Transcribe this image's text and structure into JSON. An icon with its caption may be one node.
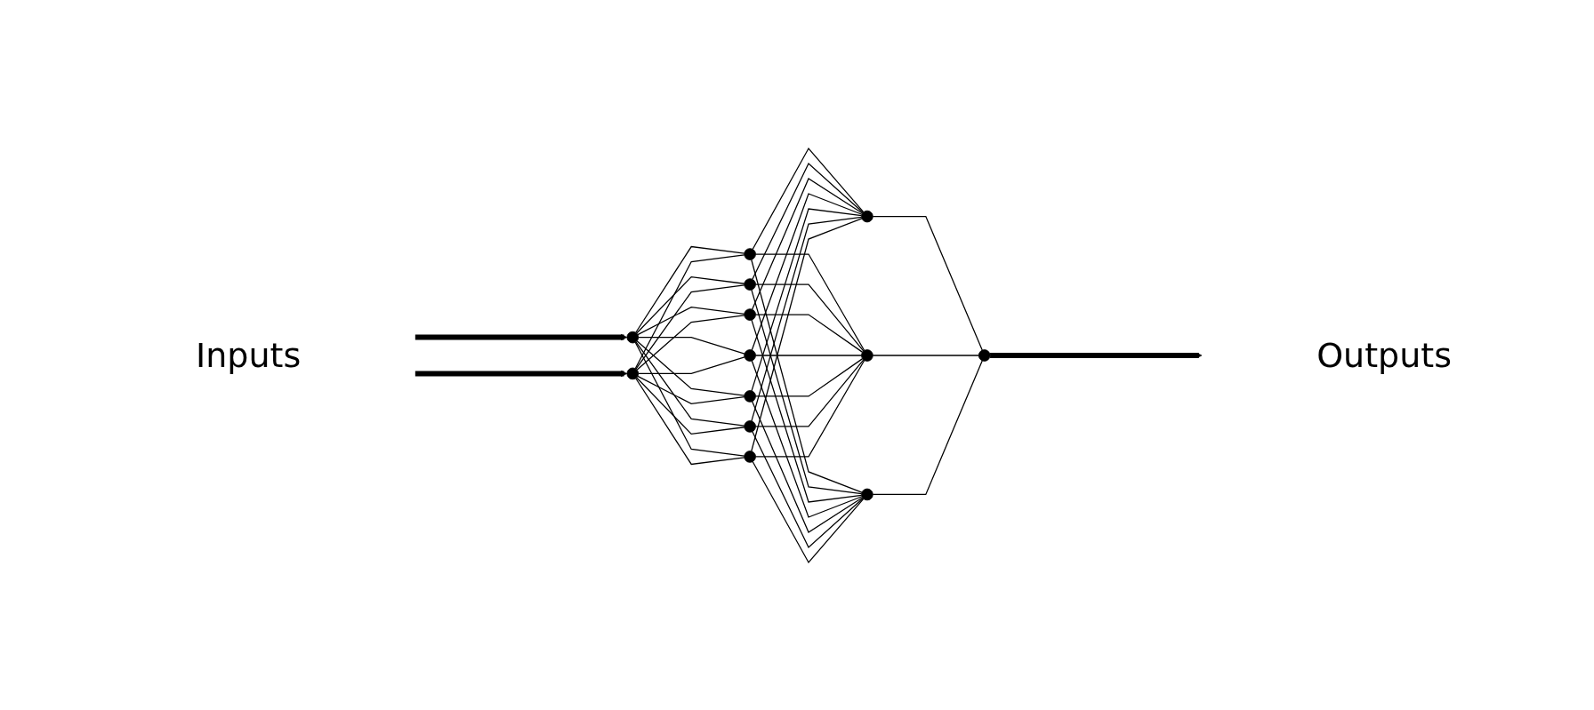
{
  "diagram": {
    "nodes": [
      {
        "text": [],
        "shape": "circle"
      },
      {
        "text": [],
        "shape": "circle"
      },
      {
        "text": [],
        "shape": "circle"
      },
      {
        "text": [],
        "shape": "circle"
      },
      {
        "text": [],
        "shape": "circle"
      },
      {
        "text": [],
        "shape": "circle"
      },
      {
        "text": [],
        "shape": "circle"
      },
      {
        "text": [],
        "shape": "circle"
      },
      {
        "text": [],
        "shape": "circle"
      },
      {
        "text": [],
        "shape": "circle"
      },
      {
        "text": [],
        "shape": "circle"
      },
      {
        "text": [],
        "shape": "circle"
      },
      {
        "text": [],
        "shape": "circle"
      }
    ],
    "edges": [
      {
        "from": null,
        "to": 0,
        "arrow": "to",
        "style": "thick"
      },
      {
        "from": null,
        "to": 1,
        "arrow": "to",
        "style": "thick"
      },
      {
        "from": 0,
        "to": 2,
        "arrow": "none"
      },
      {
        "from": 0,
        "to": 3,
        "arrow": "none"
      },
      {
        "from": 0,
        "to": 4,
        "arrow": "none"
      },
      {
        "from": 0,
        "to": 5,
        "arrow": "none"
      },
      {
        "from": 0,
        "to": 6,
        "arrow": "none"
      },
      {
        "from": 0,
        "to": 7,
        "arrow": "none"
      },
      {
        "from": 0,
        "to": 8,
        "arrow": "none"
      },
      {
        "from": 1,
        "to": 2,
        "arrow": "none"
      },
      {
        "from": 1,
        "to": 3,
        "arrow": "none"
      },
      {
        "from": 1,
        "to": 4,
        "arrow": "none"
      },
      {
        "from": 1,
        "to": 5,
        "arrow": "none"
      },
      {
        "from": 1,
        "to": 6,
        "arrow": "none"
      },
      {
        "from": 1,
        "to": 7,
        "arrow": "none"
      },
      {
        "from": 1,
        "to": 8,
        "arrow": "none"
      },
      {
        "from": 2,
        "to": 9,
        "arrow": "none"
      },
      {
        "from": 2,
        "to": 10,
        "arrow": "none"
      },
      {
        "from": 2,
        "to": 11,
        "arrow": "none"
      },
      {
        "from": 3,
        "to": 9,
        "arrow": "none"
      },
      {
        "from": 3,
        "to": 10,
        "arrow": "none"
      },
      {
        "from": 3,
        "to": 11,
        "arrow": "none"
      },
      {
        "from": 4,
        "to": 9,
        "arrow": "none"
      },
      {
        "from": 4,
        "to": 10,
        "arrow": "none"
      },
      {
        "from": 4,
        "to": 11,
        "arrow": "none"
      },
      {
        "from": 5,
        "to": 9,
        "arrow": "none"
      },
      {
        "from": 5,
        "to": 10,
        "arrow": "none"
      },
      {
        "from": 5,
        "to": 11,
        "arrow": "none"
      },
      {
        "from": 6,
        "to": 9,
        "arrow": "none"
      },
      {
        "from": 6,
        "to": 10,
        "arrow": "none"
      },
      {
        "from": 6,
        "to": 11,
        "arrow": "none"
      },
      {
        "from": 7,
        "to": 9,
        "arrow": "none"
      },
      {
        "from": 7,
        "to": 10,
        "arrow": "none"
      },
      {
        "from": 7,
        "to": 11,
        "arrow": "none"
      },
      {
        "from": 8,
        "to": 9,
        "arrow": "none"
      },
      {
        "from": 8,
        "to": 10,
        "arrow": "none"
      },
      {
        "from": 8,
        "to": 11,
        "arrow": "none"
      },
      {
        "from": 9,
        "to": 12,
        "arrow": "none"
      },
      {
        "from": 10,
        "to": 12,
        "arrow": "none"
      },
      {
        "from": 11,
        "to": 12,
        "arrow": "none"
      },
      {
        "from": 12,
        "to": null,
        "arrow": "to",
        "style": "thick"
      }
    ],
    "labels": [
      "Inputs",
      "Outputs"
    ]
  }
}
